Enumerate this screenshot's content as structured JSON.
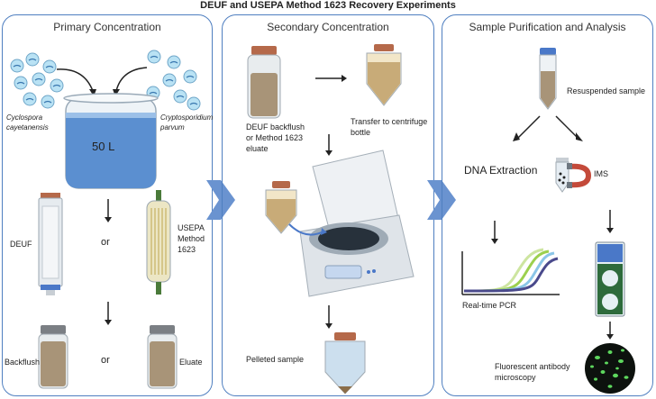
{
  "title": "DEUF and USEPA Method 1623 Recovery Experiments",
  "panels": {
    "primary": {
      "title": "Primary  Concentration",
      "organism_left": "Cyclospora\ncayetanensis",
      "organism_right": "Cryptosporidium\nparvum",
      "volume": "50 L",
      "deuf": "DEUF",
      "or_1": "or",
      "usepa": "USEPA\nMethod\n1623",
      "backflush": "Backflush",
      "or_2": "or",
      "eluate": "Eluate"
    },
    "secondary": {
      "title": "Secondary Concentration",
      "sample_label": "DEUF backflush\nor Method 1623\neluate",
      "transfer_label": "Transfer to centrifuge\nbottle",
      "pelleted_label": "Pelleted sample"
    },
    "analysis": {
      "title": "Sample Purification and Analysis",
      "resuspended_label": "Resuspended sample",
      "dna_label": "DNA Extraction",
      "ims_label": "IMS",
      "pcr_label": "Real-time PCR",
      "microscopy_label": "Fluorescent antibody\nmicroscopy"
    }
  },
  "colors": {
    "panel_border": "#4f7fc0",
    "chevron": "#6a93d0",
    "water": "#5b8fd0",
    "sample": "#a89478",
    "cap": "#b5694a"
  }
}
